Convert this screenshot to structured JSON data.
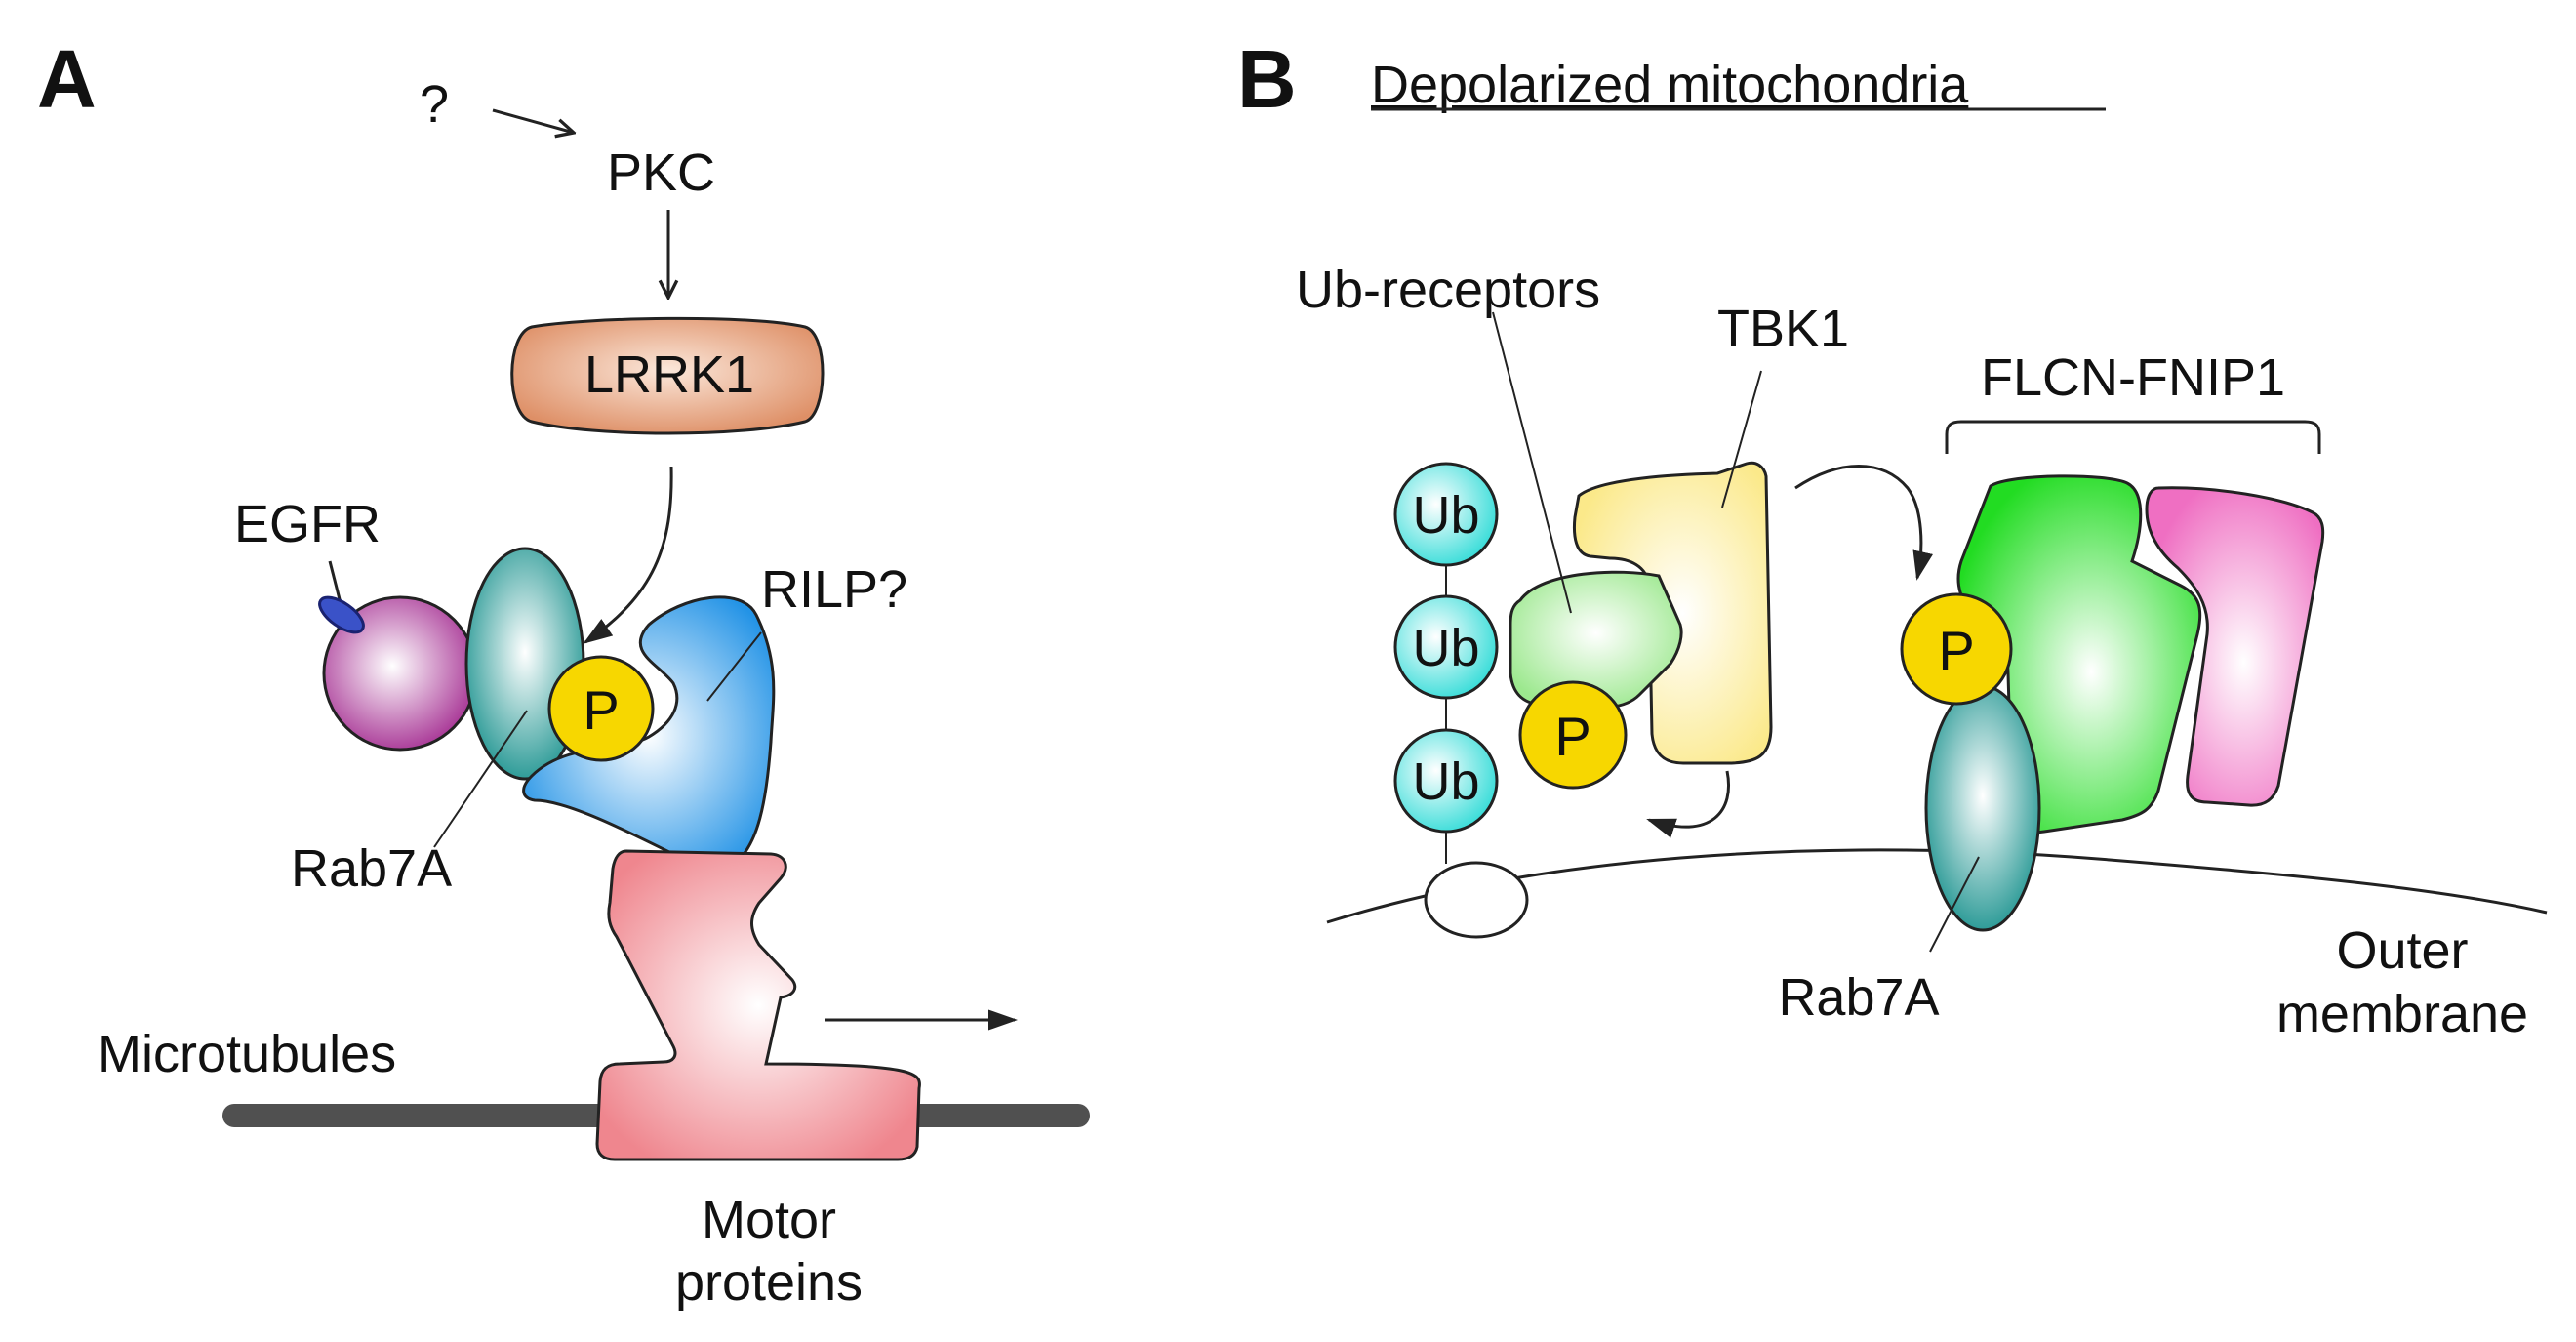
{
  "panel_a": {
    "letter": "A",
    "labels": {
      "question": "?",
      "pkc": "PKC",
      "lrrk1": "LRRK1",
      "egfr": "EGFR",
      "rilp": "RILP?",
      "phospho": "P",
      "rab7a": "Rab7A",
      "microtubules": "Microtubules",
      "motor_line1": "Motor",
      "motor_line2": "proteins"
    }
  },
  "panel_b": {
    "letter": "B",
    "title": "Depolarized mitochondria",
    "labels": {
      "ub_receptors": "Ub-receptors",
      "tbk1": "TBK1",
      "flcn_fnip1": "FLCN-FNIP1",
      "ub": "Ub",
      "phospho": "P",
      "rab7a": "Rab7A",
      "outer_line1": "Outer",
      "outer_line2": "membrane"
    }
  },
  "colors": {
    "lrrk1": "#e0956c",
    "egfr_vesicle": "#b0339a",
    "rab7a": "#1f9e9a",
    "phospho": "#f5d400",
    "rilp": "#2b9be8",
    "motor": "#f08c93",
    "microtubule": "#6e6e6e",
    "ub": "#3fe0dd",
    "ub_receptor": "#a8f09a",
    "tbk1": "#fff2a0",
    "flcn": "#2ee02e",
    "fnip1": "#f07cc8"
  }
}
